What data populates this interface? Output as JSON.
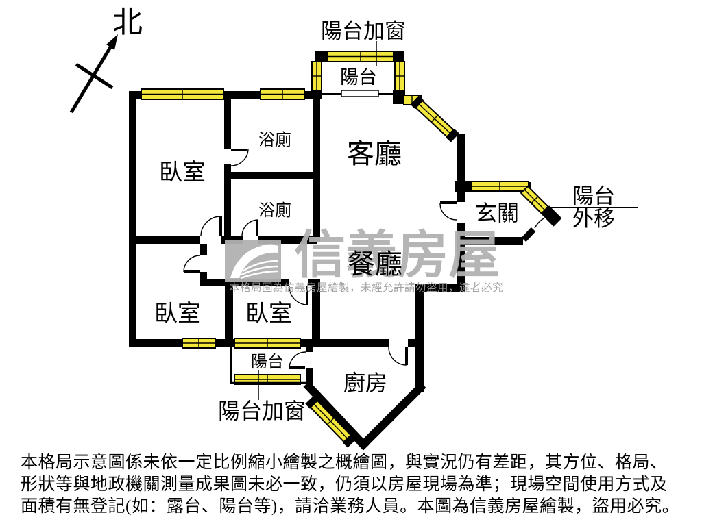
{
  "page": {
    "background": "#ffffff"
  },
  "colors": {
    "wall": "#000000",
    "window_fill": "#f3e73b",
    "watermark_gray": "#b2b2b2",
    "notice_gray": "#9e9e9e",
    "label_text": "#000000"
  },
  "compass": {
    "north_label": "北"
  },
  "rooms": {
    "living_room": "客廳",
    "dining_room": "餐廳",
    "kitchen": "廚房",
    "entry": "玄關",
    "bedroom_master": "臥室",
    "bedroom_left": "臥室",
    "bedroom_middle": "臥室",
    "bathroom_upper": "浴廁",
    "bathroom_lower": "浴廁",
    "balcony_top": "陽台",
    "balcony_bottom": "陽台"
  },
  "annotations": {
    "balcony_top_note": "陽台加窗",
    "balcony_bottom_note": "陽台加窗",
    "balcony_moved_line1": "陽台",
    "balcony_moved_line2": "外移"
  },
  "watermark": {
    "brand": "信義房屋",
    "notice": "本格局圖為信義房屋繪製，未經允許請勿盜用，違者必究"
  },
  "disclaimer": {
    "line1": "本格局示意圖係未依一定比例縮小繪製之概繪圖，與實況仍有差距，其方位、格局、",
    "line2": "形狀等與地政機關測量成果圖未必一致，仍須以房屋現場為準；現場空間使用方式及",
    "line3": "面積有無登記(如：露台、陽台等)，請洽業務人員。本圖為信義房屋繪製，盜用必究。"
  }
}
